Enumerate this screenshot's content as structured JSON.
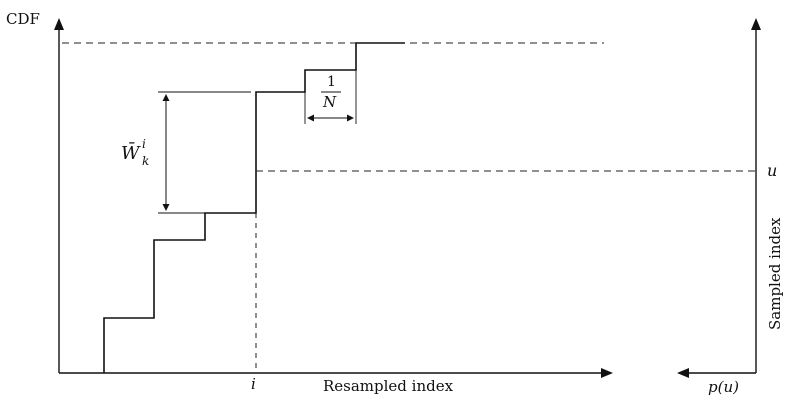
{
  "labels": {
    "y_axis": "CDF",
    "x_axis": "Resampled index",
    "right_axis": "Sampled index",
    "u_label": "u",
    "pu_label": "p(u)",
    "i_label": "i",
    "weight_base": "W̄",
    "weight_sub": "k",
    "weight_sup": "i",
    "frac_num": "1",
    "frac_den": "N"
  },
  "colors": {
    "line": "#111111",
    "dash": "#222222"
  }
}
